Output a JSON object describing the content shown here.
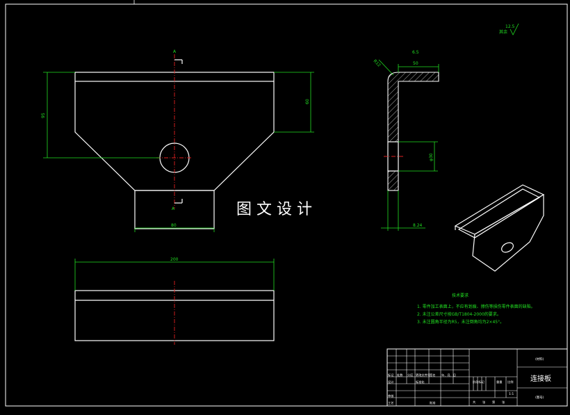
{
  "watermark": "图 文 设 计",
  "dims": {
    "bottom_width": "80",
    "overall_width": "200",
    "left_height": "95",
    "right_height": "60",
    "flange_width": "50",
    "hole_dia": "φ30",
    "thickness": "8.24",
    "radius": "R12",
    "top_note": "6.5",
    "roughness": "12.5"
  },
  "tech": {
    "title": "技术要求",
    "notes": [
      "1. 零件加工表面上，不应有划痕、擦伤等损伤零件表面的缺陷。",
      "2. 未注公差尺寸按GB/T1804-2000的要求。",
      "3. 未注圆角半径为R5，未注倒角均为2×45°。"
    ]
  },
  "titleblock": {
    "part_name": "连接板",
    "material_placeholder": "(材料)",
    "drawing_no": "(图号)",
    "scale": "1:1",
    "row_labels": [
      "标记",
      "处数",
      "分区",
      "更改文件号",
      "签名",
      "年、月、日"
    ],
    "role_labels": [
      "设计",
      "审核",
      "工艺",
      "标准化",
      "批准"
    ],
    "stage_labels": [
      "阶段标记",
      "重量",
      "比例"
    ],
    "sheet_labels": [
      "共",
      "张",
      "第",
      "张"
    ]
  }
}
